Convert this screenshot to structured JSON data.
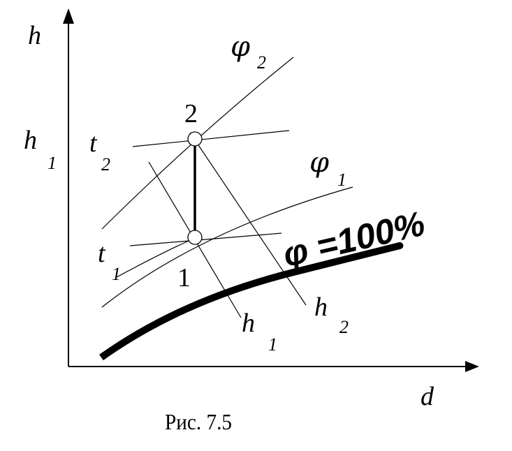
{
  "axes": {
    "y_label": "h",
    "x_label": "d"
  },
  "labels": {
    "h1_axis": "h",
    "h1_axis_sub": "1",
    "t2": "t",
    "t2_sub": "2",
    "t1": "t",
    "t1_sub": "1",
    "phi2": "φ",
    "phi2_sub": "2",
    "phi1": "φ",
    "phi1_sub": "1",
    "h1_line": "h",
    "h1_line_sub": "1",
    "h2_line": "h",
    "h2_line_sub": "2",
    "point1": "1",
    "point2": "2",
    "saturation": "φ =100%"
  },
  "caption": "Рис. 7.5"
}
